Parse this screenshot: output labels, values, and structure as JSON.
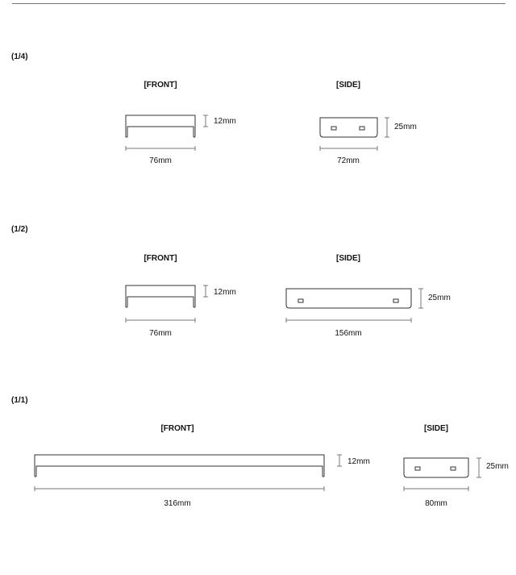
{
  "sections": [
    {
      "label": "(1/4)",
      "front_title": "[FRONT]",
      "side_title": "[SIDE]",
      "front_width": "76mm",
      "front_height": "12mm",
      "side_width": "72mm",
      "side_height": "25mm"
    },
    {
      "label": "(1/2)",
      "front_title": "[FRONT]",
      "side_title": "[SIDE]",
      "front_width": "76mm",
      "front_height": "12mm",
      "side_width": "156mm",
      "side_height": "25mm"
    },
    {
      "label": "(1/1)",
      "front_title": "[FRONT]",
      "side_title": "[SIDE]",
      "front_width": "316mm",
      "front_height": "12mm",
      "side_width": "80mm",
      "side_height": "25mm"
    }
  ],
  "colors": {
    "line": "#333333",
    "dimension": "#777777",
    "rule": "#777777"
  }
}
